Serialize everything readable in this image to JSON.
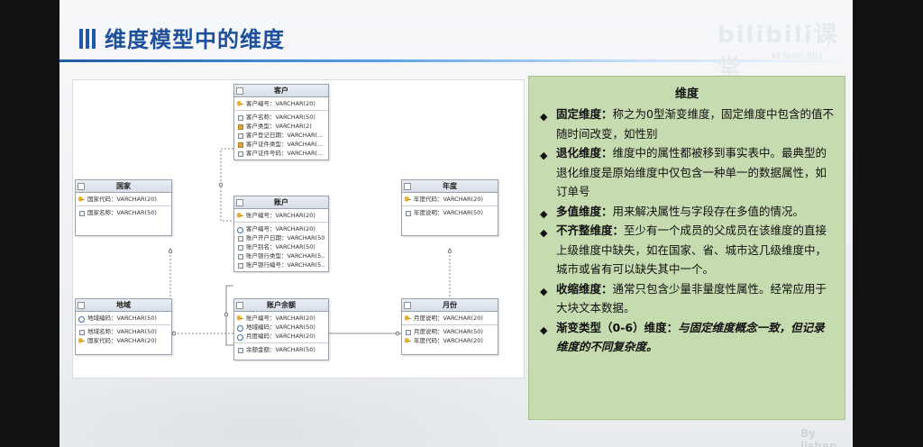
{
  "slide": {
    "title": "维度模型中的维度",
    "watermark": "bilibili课堂",
    "watermark_sub": "KETANG.BILI",
    "byline": "By lishan"
  },
  "diagram": {
    "tables": {
      "customer": {
        "name": "客户",
        "pk": [
          "客户编号：VARCHAR(20)"
        ],
        "cols": [
          "客户名称：VARCHAR(50)",
          "客户类型：VARCHAR(2)",
          "客户登记日期：VARCHAR(...",
          "客户证件类型：VARCHAR(...",
          "客户证件号码：VARCHAR(..."
        ]
      },
      "account": {
        "name": "账户",
        "pk": [
          "账户编号：VARCHAR(20)"
        ],
        "cols": [
          "客户编号：VARCHAR(20)",
          "账户开户日期：VARCHAR(50)",
          "账户别名：VARCHAR(50)",
          "账户银行类型：VARCHAR(5...",
          "账户银行编号：VARCHAR(5..."
        ]
      },
      "country": {
        "name": "国家",
        "pk": [
          "国家代码：VARCHAR(20)"
        ],
        "cols": [
          "国家名称：VARCHAR(50)"
        ]
      },
      "region": {
        "name": "地域",
        "pk": [
          "地域编码：VARCHAR(50)"
        ],
        "cols": [
          "地域名称：VARCHAR(50)",
          "国家代码：VARCHAR(20)"
        ]
      },
      "balance": {
        "name": "账户余额",
        "pk": [
          "账户编号：VARCHAR(20)",
          "地域编码：VARCHAR(50)",
          "月度编码：VARCHAR(20)"
        ],
        "cols": [
          "余额金额：VARCHAR(50)"
        ]
      },
      "year": {
        "name": "年度",
        "pk": [
          "年度代码：VARCHAR(20)"
        ],
        "cols": [
          "年度说明：VARCHAR(50)"
        ]
      },
      "month": {
        "name": "月份",
        "pk": [
          "月度说明：VARCHAR(20)"
        ],
        "cols": [
          "月度说明：VARCHAR(50)",
          "年度代码：VARCHAR(20)"
        ]
      }
    }
  },
  "panel": {
    "heading": "维度",
    "items": [
      {
        "term": "固定维度：",
        "text": "称之为0型渐变维度，固定维度中包含的值不随时间改变，如性别"
      },
      {
        "term": "退化维度：",
        "text": "维度中的属性都被移到事实表中。最典型的退化维度是原始维度中仅包含一种单一的数据属性，如订单号"
      },
      {
        "term": "多值维度：",
        "text": "用来解决属性与字段存在多值的情况。"
      },
      {
        "term": "不齐整维度：",
        "text": "至少有一个成员的父成员在该维度的直接上级维度中缺失，如在国家、省、城市这几级维度中，城市或省有可以缺失其中一个。"
      },
      {
        "term": "收缩维度：",
        "text": "通常只包含少量非量度性属性。经常应用于大块文本数据。"
      },
      {
        "term": "渐变类型（0-6）维度：",
        "text": "与固定维度概念一致，但记录维度的不同复杂度。"
      }
    ]
  }
}
